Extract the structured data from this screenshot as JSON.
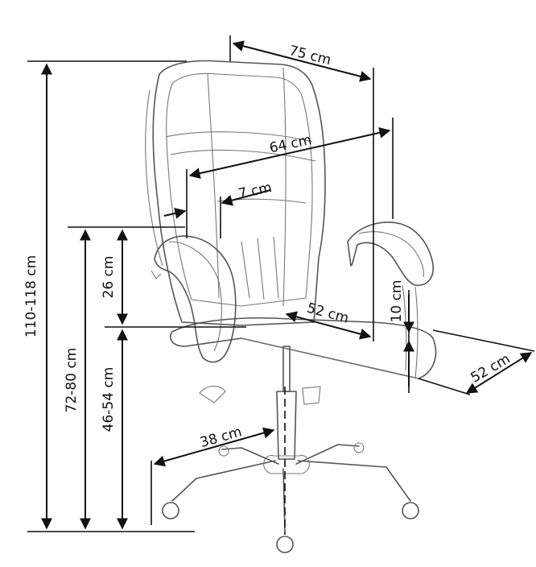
{
  "dimensions": {
    "total_height": "110-118 cm",
    "seat_height_with_arm": "72-80 cm",
    "seat_height": "46-54 cm",
    "armrest_height": "26 cm",
    "depth_total": "75 cm",
    "width_with_arms": "64 cm",
    "armrest_width": "7 cm",
    "seat_depth": "52 cm",
    "seat_tilt": "10 cm",
    "seat_width": "52 cm",
    "base_radius": "38 cm"
  },
  "colors": {
    "line": "#111111",
    "chair": "#555555"
  }
}
